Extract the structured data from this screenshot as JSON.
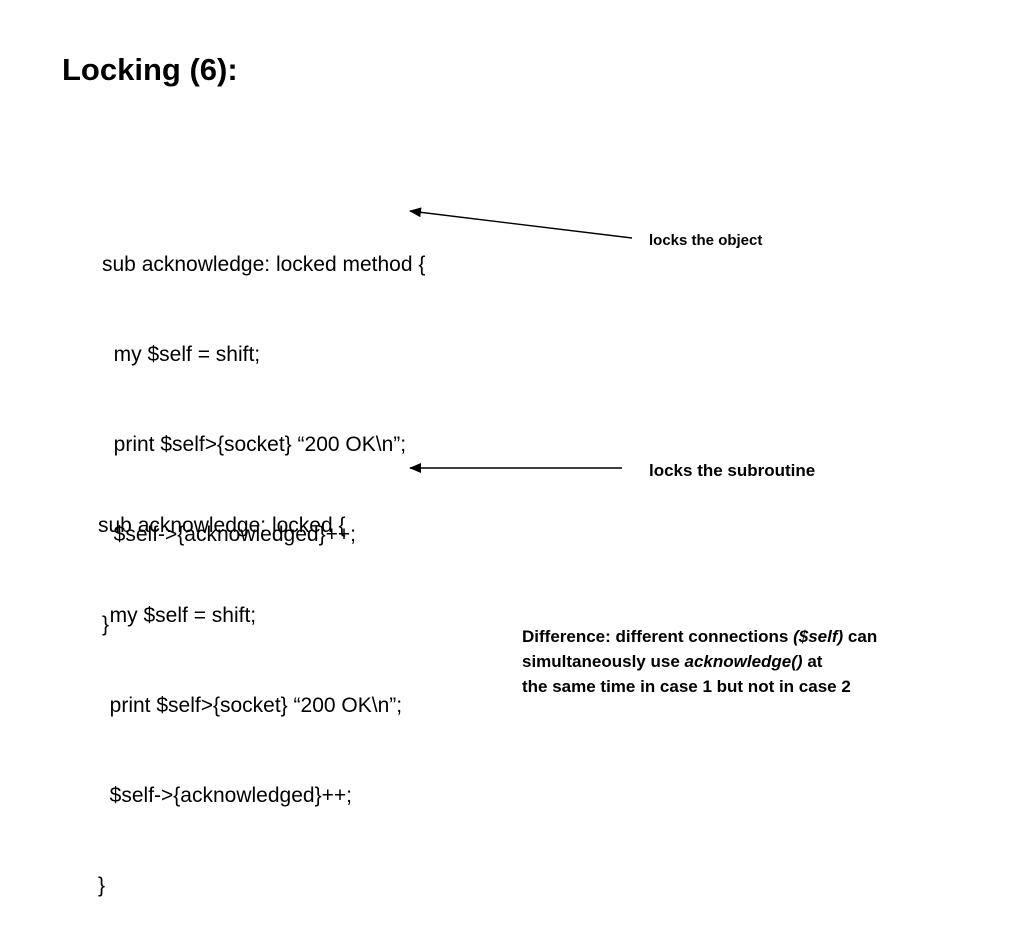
{
  "slide": {
    "title": "Locking (6):",
    "block1": {
      "lines": [
        "sub acknowledge: locked method {",
        "  my $self = shift;",
        "  print $self>{socket} “200 OK\\n”;",
        "  $self->{acknowledged}++;",
        "}"
      ],
      "annotation": "locks the object"
    },
    "block2": {
      "lines": [
        "sub acknowledge: locked {",
        "  my $self = shift;",
        "  print $self>{socket} “200 OK\\n”;",
        "  $self->{acknowledged}++;",
        "}"
      ],
      "annotation": "locks the subroutine"
    },
    "note": {
      "line1_prefix": "Difference: different connections ",
      "line1_emph": "($self)",
      "line1_suffix": " can",
      "line2_prefix": "simultaneously use ",
      "line2_emph": "acknowledge()",
      "line2_suffix": " at",
      "line3": "the same time in case 1 but not in case 2"
    }
  }
}
